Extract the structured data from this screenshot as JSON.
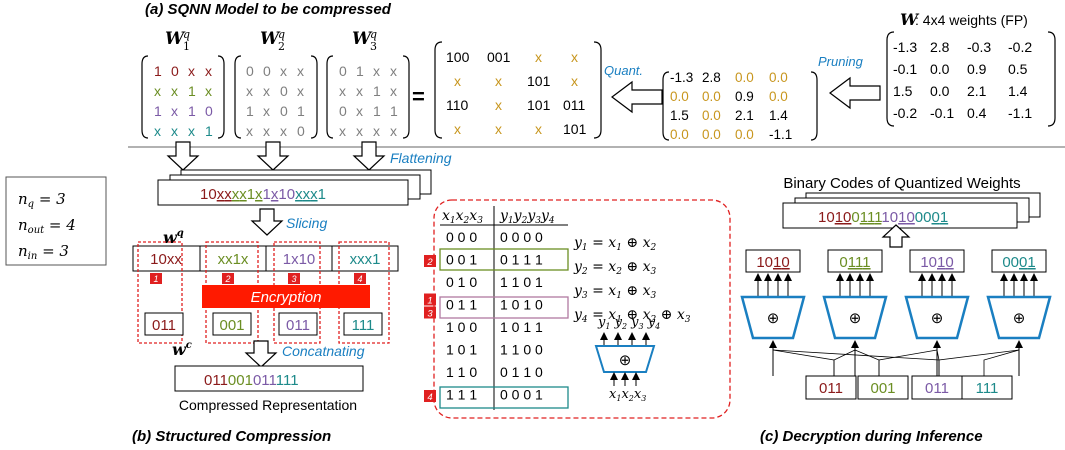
{
  "titles": {
    "a": "(a) SQNN Model to be compressed",
    "b": "(b) Structured Compression",
    "c": "(c) Decryption during Inference"
  },
  "weights_label": "W",
  "weights_label_suffix": ": 4x4 weights (FP)",
  "wq_labels": [
    "W1q",
    "W2q",
    "W3q"
  ],
  "wq_subscripts": [
    "1",
    "2",
    "3"
  ],
  "wq_superscript": "q",
  "wq_matrices": [
    [
      [
        "1",
        "0",
        "x",
        "x"
      ],
      [
        "x",
        "x",
        "1",
        "x"
      ],
      [
        "1",
        "x",
        "1",
        "0"
      ],
      [
        "x",
        "x",
        "x",
        "1"
      ]
    ],
    [
      [
        "0",
        "0",
        "x",
        "x"
      ],
      [
        "x",
        "x",
        "0",
        "x"
      ],
      [
        "1",
        "x",
        "0",
        "1"
      ],
      [
        "x",
        "x",
        "x",
        "0"
      ]
    ],
    [
      [
        "0",
        "1",
        "x",
        "x"
      ],
      [
        "x",
        "x",
        "1",
        "x"
      ],
      [
        "0",
        "x",
        "1",
        "1"
      ],
      [
        "x",
        "x",
        "x",
        "x"
      ]
    ]
  ],
  "equals": "=",
  "merged_matrix": [
    [
      "100",
      "001",
      "x",
      "x"
    ],
    [
      "x",
      "x",
      "101",
      "x"
    ],
    [
      "110",
      "x",
      "101",
      "011"
    ],
    [
      "x",
      "x",
      "x",
      "101"
    ]
  ],
  "quant_label": "Quant.",
  "pruned_matrix": [
    [
      "-1.3",
      "2.8",
      "0.0",
      "0.0"
    ],
    [
      "0.0",
      "0.0",
      "0.9",
      "0.0"
    ],
    [
      "1.5",
      "0.0",
      "2.1",
      "1.4"
    ],
    [
      "0.0",
      "0.0",
      "0.0",
      "-1.1"
    ]
  ],
  "pruning_label": "Pruning",
  "fp_matrix": [
    [
      "-1.3",
      "2.8",
      "-0.3",
      "-0.2"
    ],
    [
      "-0.1",
      "0.0",
      "0.9",
      "0.5"
    ],
    [
      "1.5",
      "0.0",
      "2.1",
      "1.4"
    ],
    [
      "-0.2",
      "-0.1",
      "0.4",
      "-1.1"
    ]
  ],
  "params": [
    "n_q = 3",
    "n_out = 4",
    "n_in = 3"
  ],
  "flattening_label": "Flattening",
  "flattened_bits": "10xxxx1x1x10xxx1",
  "slicing_label": "Slicing",
  "wq_vector_label": "w^q",
  "slices": [
    "10xx",
    "xx1x",
    "1x10",
    "xxx1"
  ],
  "slice_numbers": [
    "1",
    "2",
    "3",
    "4"
  ],
  "encryption_label": "Encryption",
  "encrypted": [
    "011",
    "001",
    "011",
    "111"
  ],
  "wc_label": "w^c",
  "concat_label": "Concatnating",
  "compressed_bits": "011001011111",
  "compressed_caption": "Compressed Representation",
  "truth_table": {
    "header_in": "x1x2x3",
    "header_out": "y1y2y3y4",
    "rows": [
      [
        "0 0 0",
        "0 0 0 0"
      ],
      [
        "0 0 1",
        "0 1 1 1"
      ],
      [
        "0 1 0",
        "1 1 0 1"
      ],
      [
        "0 1 1",
        "1 0 1 0"
      ],
      [
        "1 0 0",
        "1 0 1 1"
      ],
      [
        "1 0 1",
        "1 1 0 0"
      ],
      [
        "1 1 0",
        "0 1 1 0"
      ],
      [
        "1 1 1",
        "0 0 0 1"
      ]
    ],
    "row_tags": {
      "1": [
        "2"
      ],
      "3": [
        "1",
        "3"
      ],
      "7": [
        "4"
      ]
    }
  },
  "equations": [
    "y1 = x1 ⊕ x2",
    "y2 = x2 ⊕ x3",
    "y3 = x1 ⊕ x3",
    "y4 = x1 ⊕ x2 ⊕ x3"
  ],
  "xor_symbol": "⊕",
  "xor_gate_outputs": "y1 y2 y3 y4",
  "xor_gate_inputs": "x1x2x3",
  "binary_codes_label": "Binary Codes of Quantized Weights",
  "binary_codes": "1010011110100001",
  "decoded_outputs": [
    "1010",
    "0111",
    "1010",
    "0001"
  ],
  "decrypt_inputs": [
    "011",
    "001",
    "011",
    "111"
  ],
  "colors": {
    "accent_blue": "#1a7fc1",
    "encryption_red": "#ff0000",
    "seg1": "#8b1a1a",
    "seg2": "#6b8e23",
    "seg3": "#7b5aa6",
    "seg4": "#1d8a8a",
    "pruned_zero": "#c8961e",
    "gray": "#7f7f7f"
  }
}
